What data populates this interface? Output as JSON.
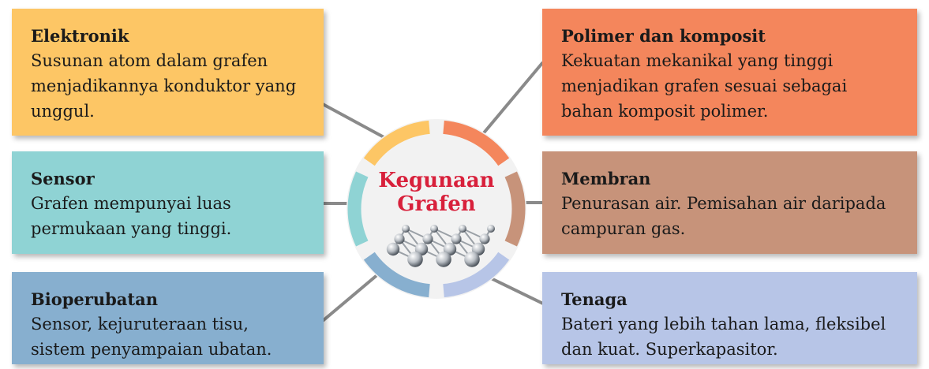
{
  "center": {
    "title": "Kegunaan Grafen"
  },
  "colors": {
    "elektronik": "#fdc665",
    "polimer": "#f4865c",
    "sensor": "#8fd3d4",
    "membran": "#c7937a",
    "bioperubatan": "#87afcf",
    "tenaga": "#b7c5e7",
    "title": "#d8203b",
    "connector": "#8a8a8a"
  },
  "cards": {
    "elektronik": {
      "title": "Elektronik",
      "text": "Susunan atom dalam grafen menjadikannya konduktor yang unggul."
    },
    "polimer": {
      "title": "Polimer dan komposit",
      "text": "Kekuatan mekanikal yang tinggi menjadikan grafen sesuai sebagai bahan komposit polimer."
    },
    "sensor": {
      "title": "Sensor",
      "text": "Grafen mempunyai luas permukaan yang tinggi."
    },
    "membran": {
      "title": "Membran",
      "text": "Penurasan air. Pemisahan air daripada campuran gas."
    },
    "bioperubatan": {
      "title": "Bioperubatan",
      "text": "Sensor, kejuruteraan tisu, sistem penyampaian ubatan."
    },
    "tenaga": {
      "title": "Tenaga",
      "text": "Bateri yang lebih tahan lama, fleksibel dan kuat. Superkapasitor."
    }
  }
}
